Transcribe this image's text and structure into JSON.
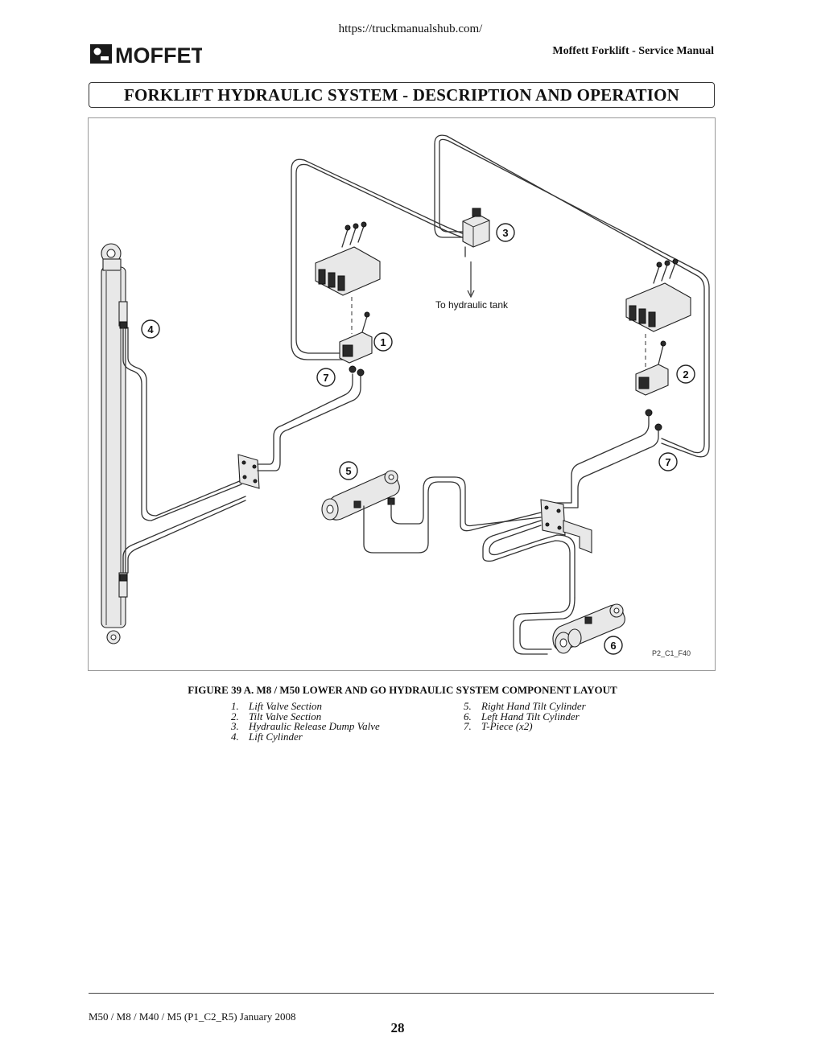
{
  "header": {
    "url": "https://truckmanualshub.com/",
    "brand": "MOFFETT",
    "doc_title": "Moffett Forklift - Service Manual"
  },
  "section_title": "FORKLIFT HYDRAULIC SYSTEM - DESCRIPTION AND OPERATION",
  "figure": {
    "callouts": [
      "1",
      "2",
      "3",
      "4",
      "5",
      "6",
      "7",
      "7"
    ],
    "tank_label": "To hydraulic tank",
    "ref_code": "P2_C1_F40"
  },
  "caption": "FIGURE 39 A. M8 / M50 LOWER AND GO HYDRAULIC SYSTEM COMPONENT LAYOUT",
  "legend": {
    "left": [
      {
        "num": "1.",
        "text": "Lift Valve Section"
      },
      {
        "num": "2.",
        "text": "Tilt Valve Section"
      },
      {
        "num": "3.",
        "text": "Hydraulic Release Dump Valve"
      },
      {
        "num": "4.",
        "text": "Lift Cylinder"
      }
    ],
    "right": [
      {
        "num": "5.",
        "text": "Right Hand Tilt Cylinder"
      },
      {
        "num": "6.",
        "text": "Left Hand Tilt Cylinder"
      },
      {
        "num": "7.",
        "text": "T-Piece (x2)"
      }
    ]
  },
  "footer": {
    "left": "M50 / M8 / M40 / M5   (P1_C2_R5) January 2008",
    "page": "28"
  }
}
